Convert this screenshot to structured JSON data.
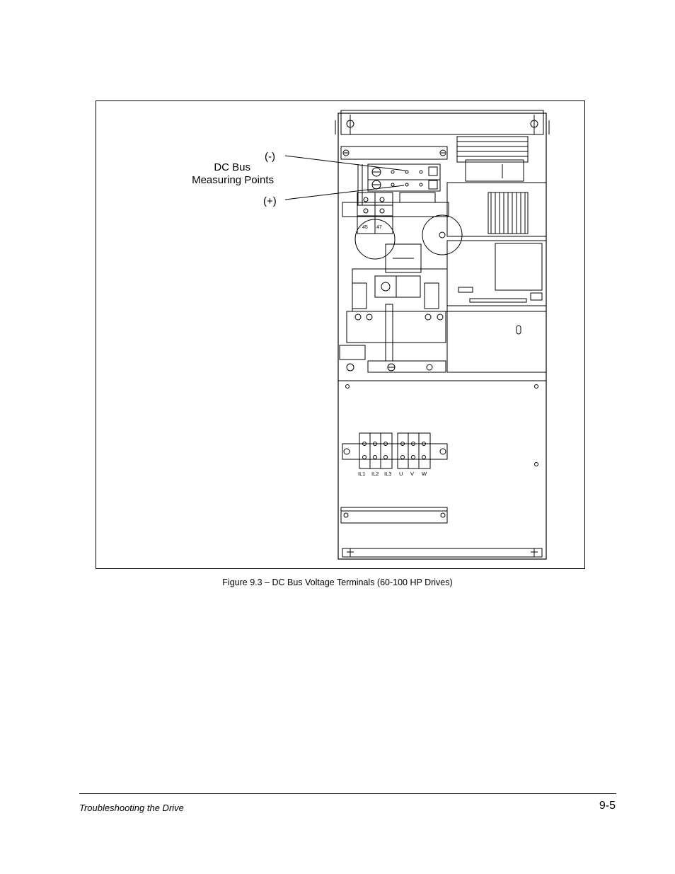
{
  "figure": {
    "label_minus": "(-)",
    "label_dcbus": "DC Bus",
    "label_measuring": "Measuring Points",
    "label_plus": "(+)",
    "terminal_small_left": "45",
    "terminal_small_right": "47",
    "terminals": [
      "IL1",
      "IL2",
      "IL3",
      "U",
      "V",
      "W"
    ],
    "caption": "Figure 9.3 – DC Bus Voltage Terminals (60-100 HP Drives)"
  },
  "footer": {
    "section": "Troubleshooting the Drive",
    "page_number": "9-5"
  }
}
